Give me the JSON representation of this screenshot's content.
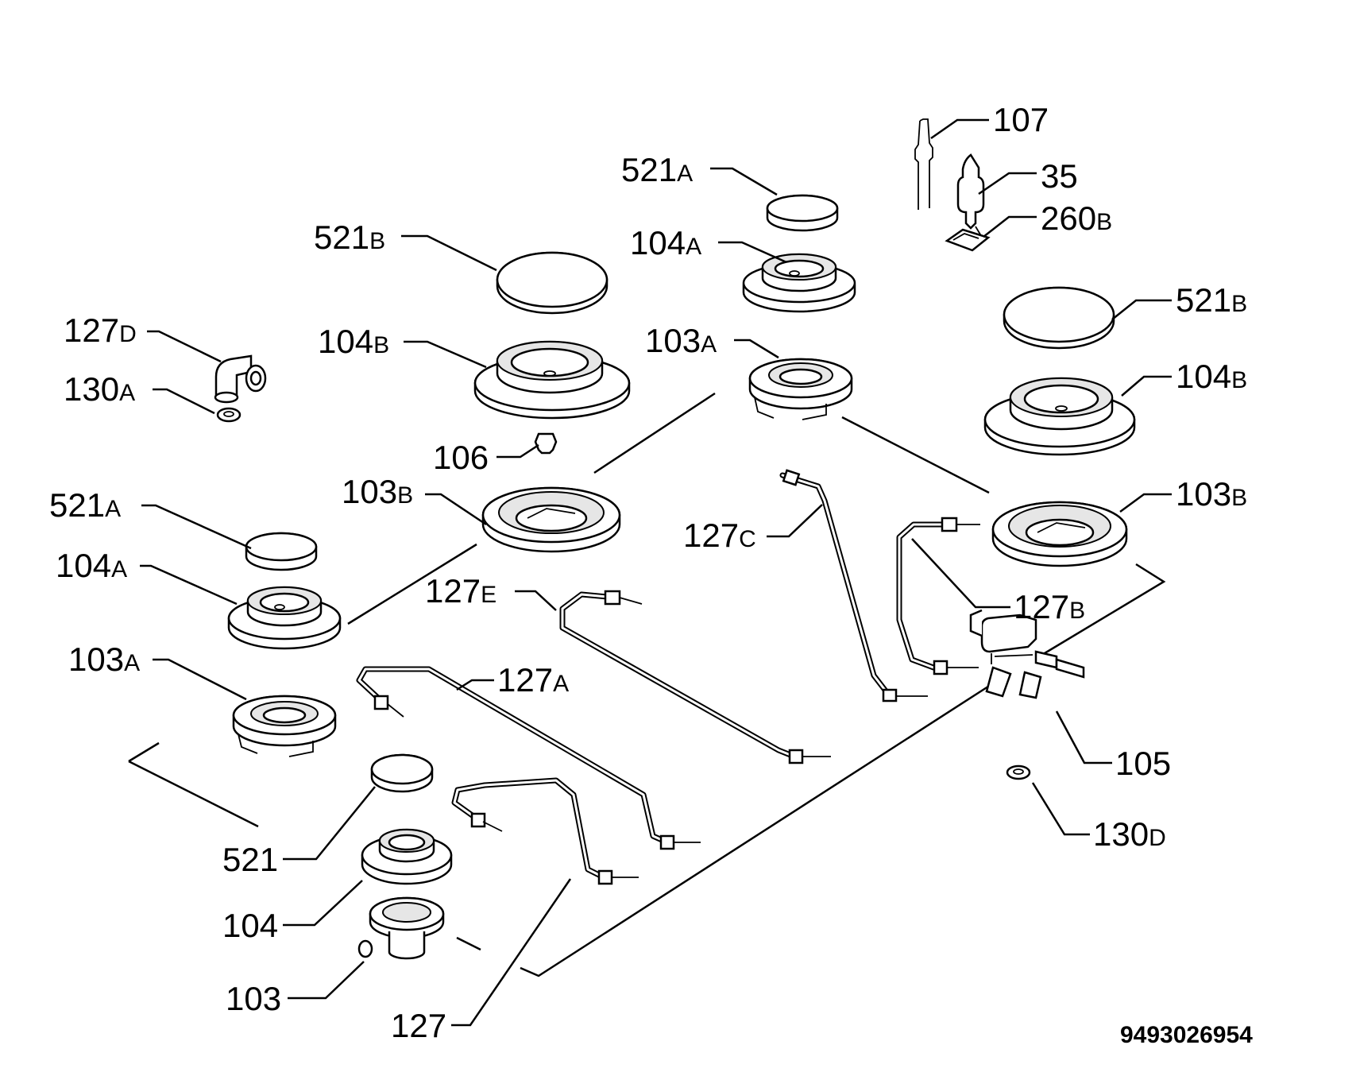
{
  "diagram": {
    "drawing_number": "9493026954",
    "callouts": [
      {
        "id": "c-107",
        "num": "107",
        "suffix": ""
      },
      {
        "id": "c-35",
        "num": "35",
        "suffix": ""
      },
      {
        "id": "c-260b",
        "num": "260",
        "suffix": "B"
      },
      {
        "id": "c-521a-top",
        "num": "521",
        "suffix": "A"
      },
      {
        "id": "c-104a-top",
        "num": "104",
        "suffix": "A"
      },
      {
        "id": "c-103a-top",
        "num": "103",
        "suffix": "A"
      },
      {
        "id": "c-521b-left",
        "num": "521",
        "suffix": "B"
      },
      {
        "id": "c-104b-left",
        "num": "104",
        "suffix": "B"
      },
      {
        "id": "c-106",
        "num": "106",
        "suffix": ""
      },
      {
        "id": "c-103b-left",
        "num": "103",
        "suffix": "B"
      },
      {
        "id": "c-127d",
        "num": "127",
        "suffix": "D"
      },
      {
        "id": "c-130a",
        "num": "130",
        "suffix": "A"
      },
      {
        "id": "c-521a-left",
        "num": "521",
        "suffix": "A"
      },
      {
        "id": "c-104a-left",
        "num": "104",
        "suffix": "A"
      },
      {
        "id": "c-103a-left",
        "num": "103",
        "suffix": "A"
      },
      {
        "id": "c-127e",
        "num": "127",
        "suffix": "E"
      },
      {
        "id": "c-127a",
        "num": "127",
        "suffix": "A"
      },
      {
        "id": "c-127c",
        "num": "127",
        "suffix": "C"
      },
      {
        "id": "c-127b",
        "num": "127",
        "suffix": "B"
      },
      {
        "id": "c-521b-right",
        "num": "521",
        "suffix": "B"
      },
      {
        "id": "c-104b-right",
        "num": "104",
        "suffix": "B"
      },
      {
        "id": "c-103b-right",
        "num": "103",
        "suffix": "B"
      },
      {
        "id": "c-105",
        "num": "105",
        "suffix": ""
      },
      {
        "id": "c-130d",
        "num": "130",
        "suffix": "D"
      },
      {
        "id": "c-521",
        "num": "521",
        "suffix": ""
      },
      {
        "id": "c-104",
        "num": "104",
        "suffix": ""
      },
      {
        "id": "c-103",
        "num": "103",
        "suffix": ""
      },
      {
        "id": "c-127",
        "num": "127",
        "suffix": ""
      }
    ]
  }
}
